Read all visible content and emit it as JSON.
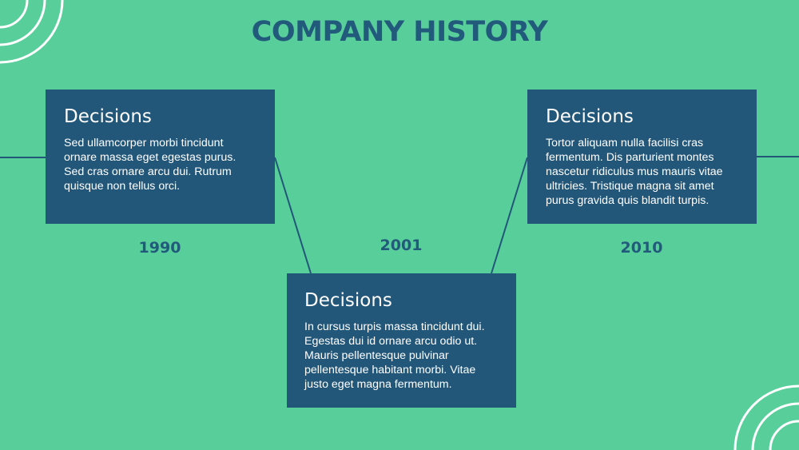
{
  "slide": {
    "title": "COMPANY HISTORY"
  },
  "milestones": [
    {
      "heading": "Decisions",
      "body": "Sed ullamcorper morbi tincidunt ornare massa eget egestas purus. Sed cras ornare arcu dui. Rutrum quisque non tellus orci.",
      "year": "1990"
    },
    {
      "heading": "Decisions",
      "body": "In cursus turpis massa tincidunt dui. Egestas dui id ornare arcu odio ut. Mauris pellentesque pulvinar pellentesque habitant morbi. Vitae justo eget magna fermentum.",
      "year": "2001"
    },
    {
      "heading": "Decisions",
      "body": "Tortor aliquam nulla facilisi cras fermentum. Dis parturient montes nascetur ridiculus mus mauris vitae ultricies. Tristique magna sit amet purus gravida quis blandit turpis.",
      "year": "2010"
    }
  ],
  "colors": {
    "background": "#58ce9b",
    "card": "#22577a",
    "title": "#225a7b",
    "card_text": "#ffffff",
    "decoration": "#ffffff"
  }
}
